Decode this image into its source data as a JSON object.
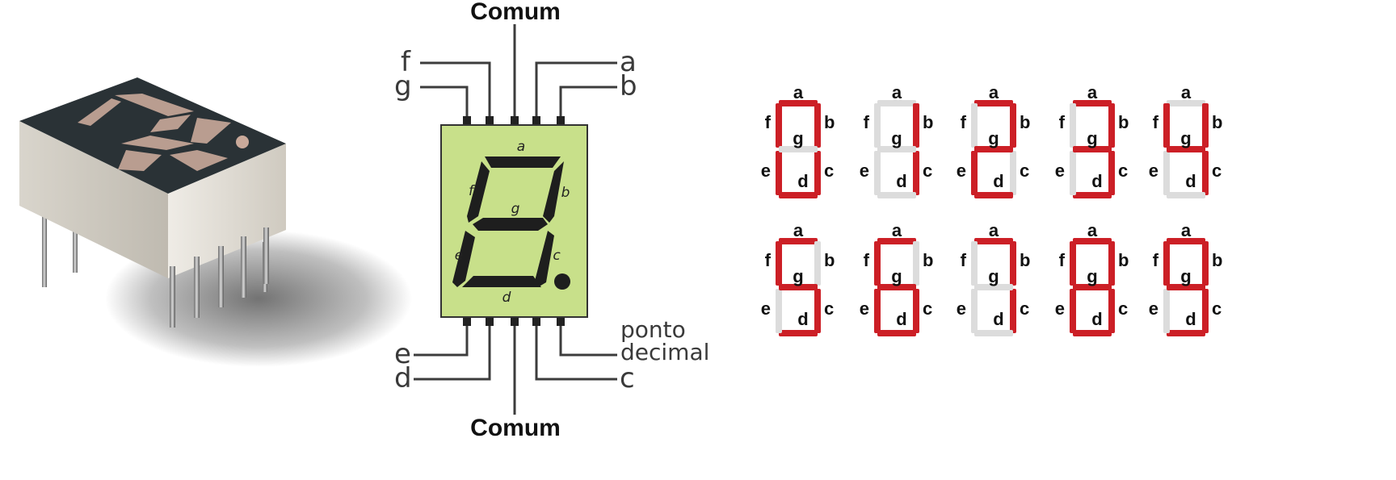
{
  "pinout": {
    "top_label": "Comum",
    "bottom_label": "Comum",
    "pins": {
      "f": "f",
      "g": "g",
      "a": "a",
      "b": "b",
      "e": "e",
      "d": "d",
      "c": "c",
      "dp_line1": "ponto",
      "dp_line2": "decimal"
    },
    "segments": {
      "a": "a",
      "b": "b",
      "c": "c",
      "d": "d",
      "e": "e",
      "f": "f",
      "g": "g"
    }
  },
  "digit_grid": {
    "segment_labels": [
      "a",
      "b",
      "c",
      "d",
      "e",
      "f",
      "g"
    ],
    "on_color": "#cc1f26",
    "off_color": "#dcdcdc",
    "rows": [
      [
        "1111110",
        "0110000",
        "1101101",
        "1111001",
        "0110011"
      ],
      [
        "1011011",
        "1011111",
        "1110000",
        "1111111",
        "1111011"
      ]
    ]
  },
  "colors": {
    "display_face": "#c8e08a",
    "segment_dark": "#1e1e1e",
    "lead": "#3c3c3c",
    "pcb_top": "#2a3236",
    "housing": "#ddd9d1",
    "photo_segment": "#c9a99a"
  }
}
